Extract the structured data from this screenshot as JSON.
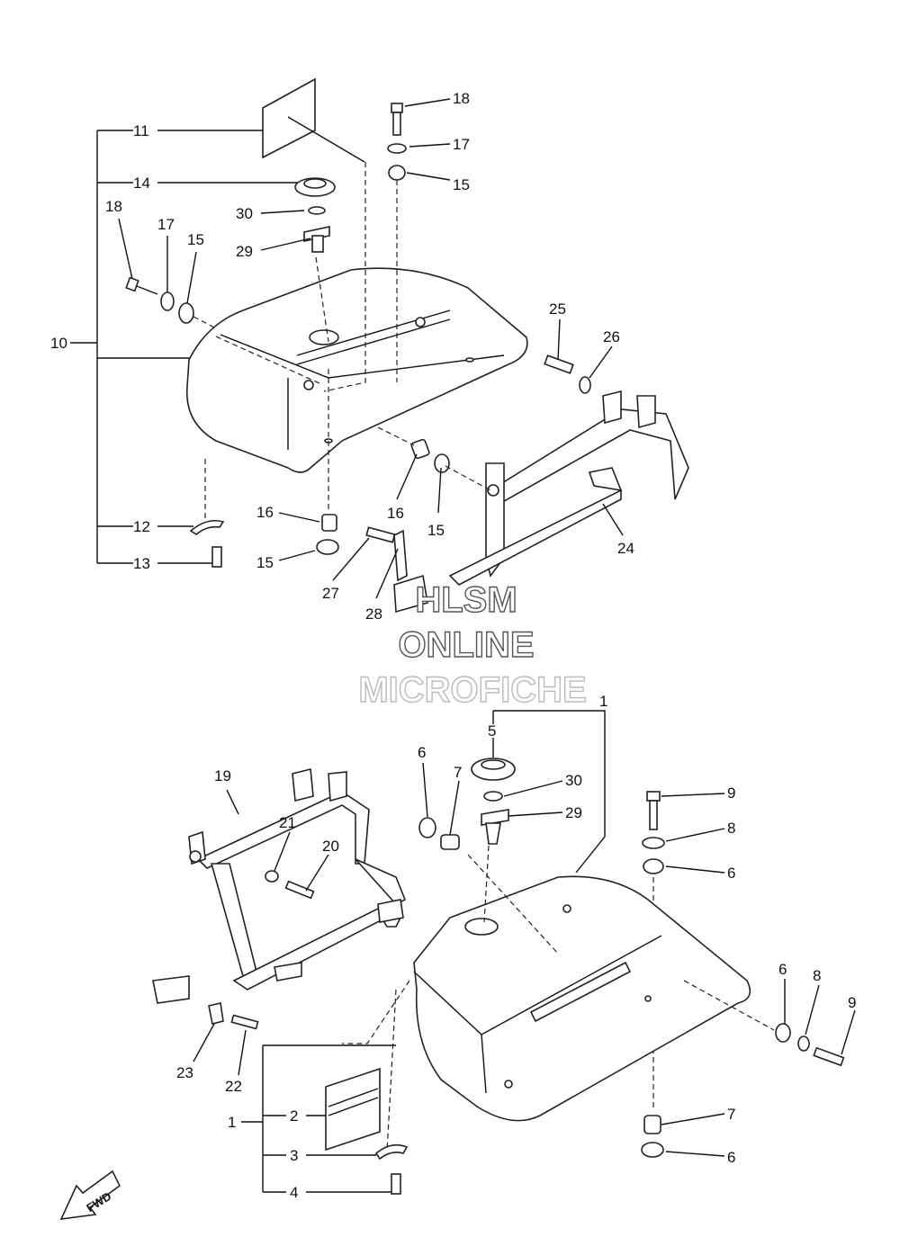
{
  "watermark": {
    "line1": "HLSM",
    "line2": "ONLINE",
    "line3": "MICROFICHE"
  },
  "fwd_label": "FWD",
  "callouts_top": {
    "c10": "10",
    "c11": "11",
    "c14": "14",
    "c30": "30",
    "c29": "29",
    "c18a": "18",
    "c17a": "17",
    "c15a": "15",
    "c18b": "18",
    "c17b": "17",
    "c15b": "15",
    "c25": "25",
    "c26": "26",
    "c12": "12",
    "c13": "13",
    "c16a": "16",
    "c15c": "15",
    "c16b": "16",
    "c15d": "15",
    "c27": "27",
    "c28": "28",
    "c24": "24"
  },
  "callouts_bottom": {
    "c1a": "1",
    "c5": "5",
    "c6a": "6",
    "c7a": "7",
    "c30": "30",
    "c29": "29",
    "c9a": "9",
    "c8a": "8",
    "c6b": "6",
    "c19": "19",
    "c21": "21",
    "c20": "20",
    "c6c": "6",
    "c8b": "8",
    "c9b": "9",
    "c23": "23",
    "c22": "22",
    "c1b": "1",
    "c2": "2",
    "c3": "3",
    "c4": "4",
    "c7b": "7",
    "c6d": "6"
  }
}
